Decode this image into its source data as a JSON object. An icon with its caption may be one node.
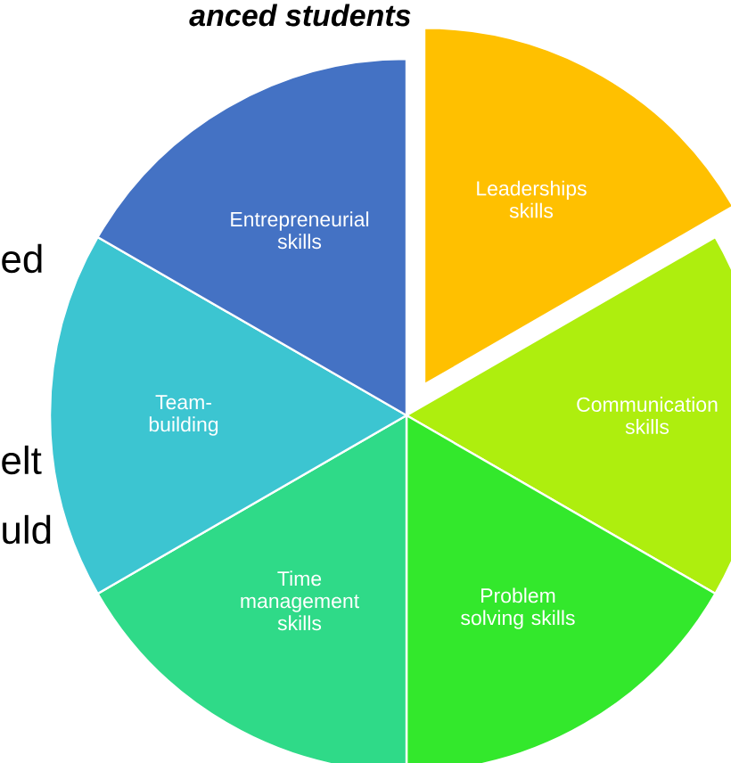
{
  "diagram": {
    "title": "anced students",
    "nodes": [
      {
        "text": [
          "Leaderships skills"
        ]
      },
      {
        "text": [
          "Communication skills"
        ]
      },
      {
        "text": [
          "Problem solving skills"
        ]
      },
      {
        "text": [
          "Time management skills"
        ]
      },
      {
        "text": [
          "Team-building"
        ]
      },
      {
        "text": [
          "Entrepreneurial skills"
        ]
      }
    ],
    "labels": [
      "ed",
      "elt",
      "uld"
    ]
  }
}
